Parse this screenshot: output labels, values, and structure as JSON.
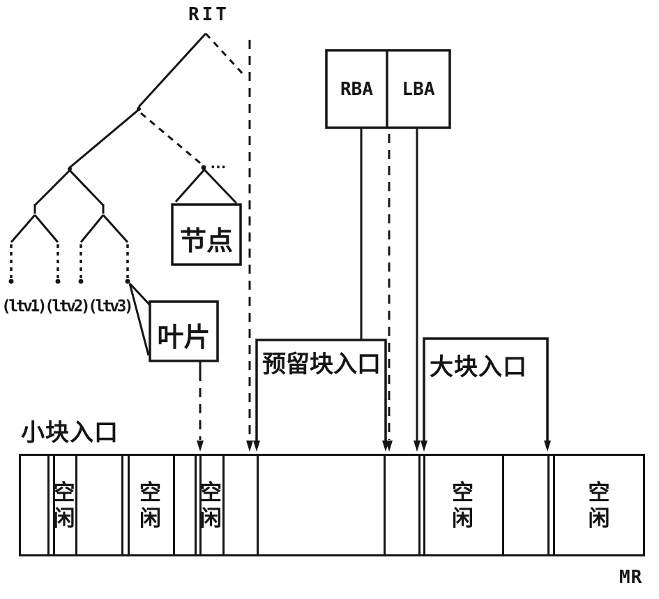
{
  "tree": {
    "root_label": "RIT",
    "ellipsis": "…",
    "leaf_values_label": "(ltv1)(ltv2)(ltv3)",
    "node_callout": "节点",
    "leaf_callout": "叶片"
  },
  "address_box": {
    "rba": "RBA",
    "lba": "LBA"
  },
  "entries": {
    "reserved_block": "预留块入口",
    "large_block": "大块入口",
    "small_block": "小块入口"
  },
  "memory": {
    "region_label": "MR",
    "free_label": "空闲",
    "boundaries": [
      27,
      68,
      76,
      108,
      174,
      183,
      248,
      279,
      286,
      319,
      368,
      550,
      600,
      607,
      720,
      785,
      793,
      925
    ],
    "free_segments": [
      2,
      5,
      8,
      13,
      16
    ]
  },
  "colors": {
    "ink": "#151515",
    "background": "#ffffff"
  }
}
